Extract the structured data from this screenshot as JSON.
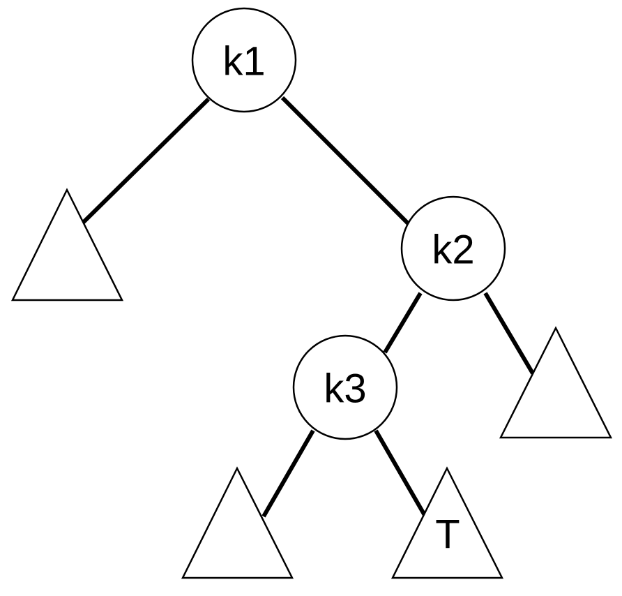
{
  "diagram": {
    "nodes": {
      "k1": {
        "label": "k1"
      },
      "k2": {
        "label": "k2"
      },
      "k3": {
        "label": "k3"
      }
    },
    "subtrees": {
      "k1_left": {
        "label": ""
      },
      "k2_right": {
        "label": ""
      },
      "k3_left": {
        "label": ""
      },
      "k3_right": {
        "label": "T"
      }
    },
    "colors": {
      "stroke": "#000000",
      "fill": "#ffffff"
    }
  }
}
